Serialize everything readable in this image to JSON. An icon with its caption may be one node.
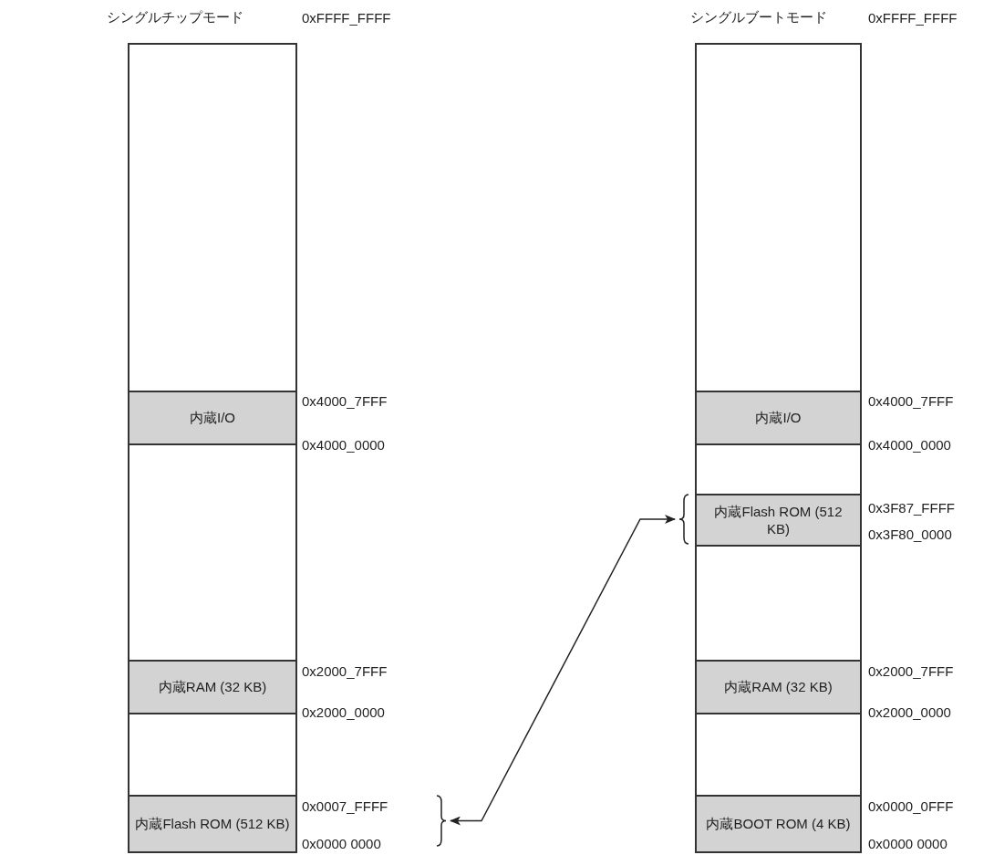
{
  "diagram": {
    "nodes": [
      {
        "text": [
          "シングルチップモード"
        ]
      },
      {
        "text": [
          "内蔵I/O"
        ],
        "in": 0
      },
      {
        "text": [
          "内蔵RAM (32 KB)"
        ],
        "in": 0
      },
      {
        "text": [
          "内蔵Flash ROM (512 KB)"
        ],
        "in": 0
      },
      {
        "text": [
          "シングルブートモード"
        ]
      },
      {
        "text": [
          "内蔵I/O"
        ],
        "in": 4
      },
      {
        "text": [
          "内蔵Flash ROM (512 KB)"
        ],
        "in": 4
      },
      {
        "text": [
          "内蔵RAM (32 KB)"
        ],
        "in": 4
      },
      {
        "text": [
          "内蔵BOOT ROM (4 KB)"
        ],
        "in": 4
      },
      {
        "text": [],
        "shape": "bracket"
      },
      {
        "text": [],
        "shape": "bracket"
      }
    ],
    "edges": [
      {
        "from": 9,
        "to": 10,
        "arrow": "both"
      }
    ],
    "labels": [
      "0xFFFF_FFFF",
      "0xFFFF_FFFF",
      "0x4000_7FFF",
      "0x4000_7FFF",
      "0x4000_0000",
      "0x4000_0000",
      "0x3F87_FFFF",
      "0x3F80_0000",
      "0x2000_7FFF",
      "0x2000_7FFF",
      "0x2000_0000",
      "0x2000_0000",
      "0x0007_FFFF",
      "0x0000_0FFF",
      "0x0000 0000",
      "0x0000 0000"
    ]
  }
}
